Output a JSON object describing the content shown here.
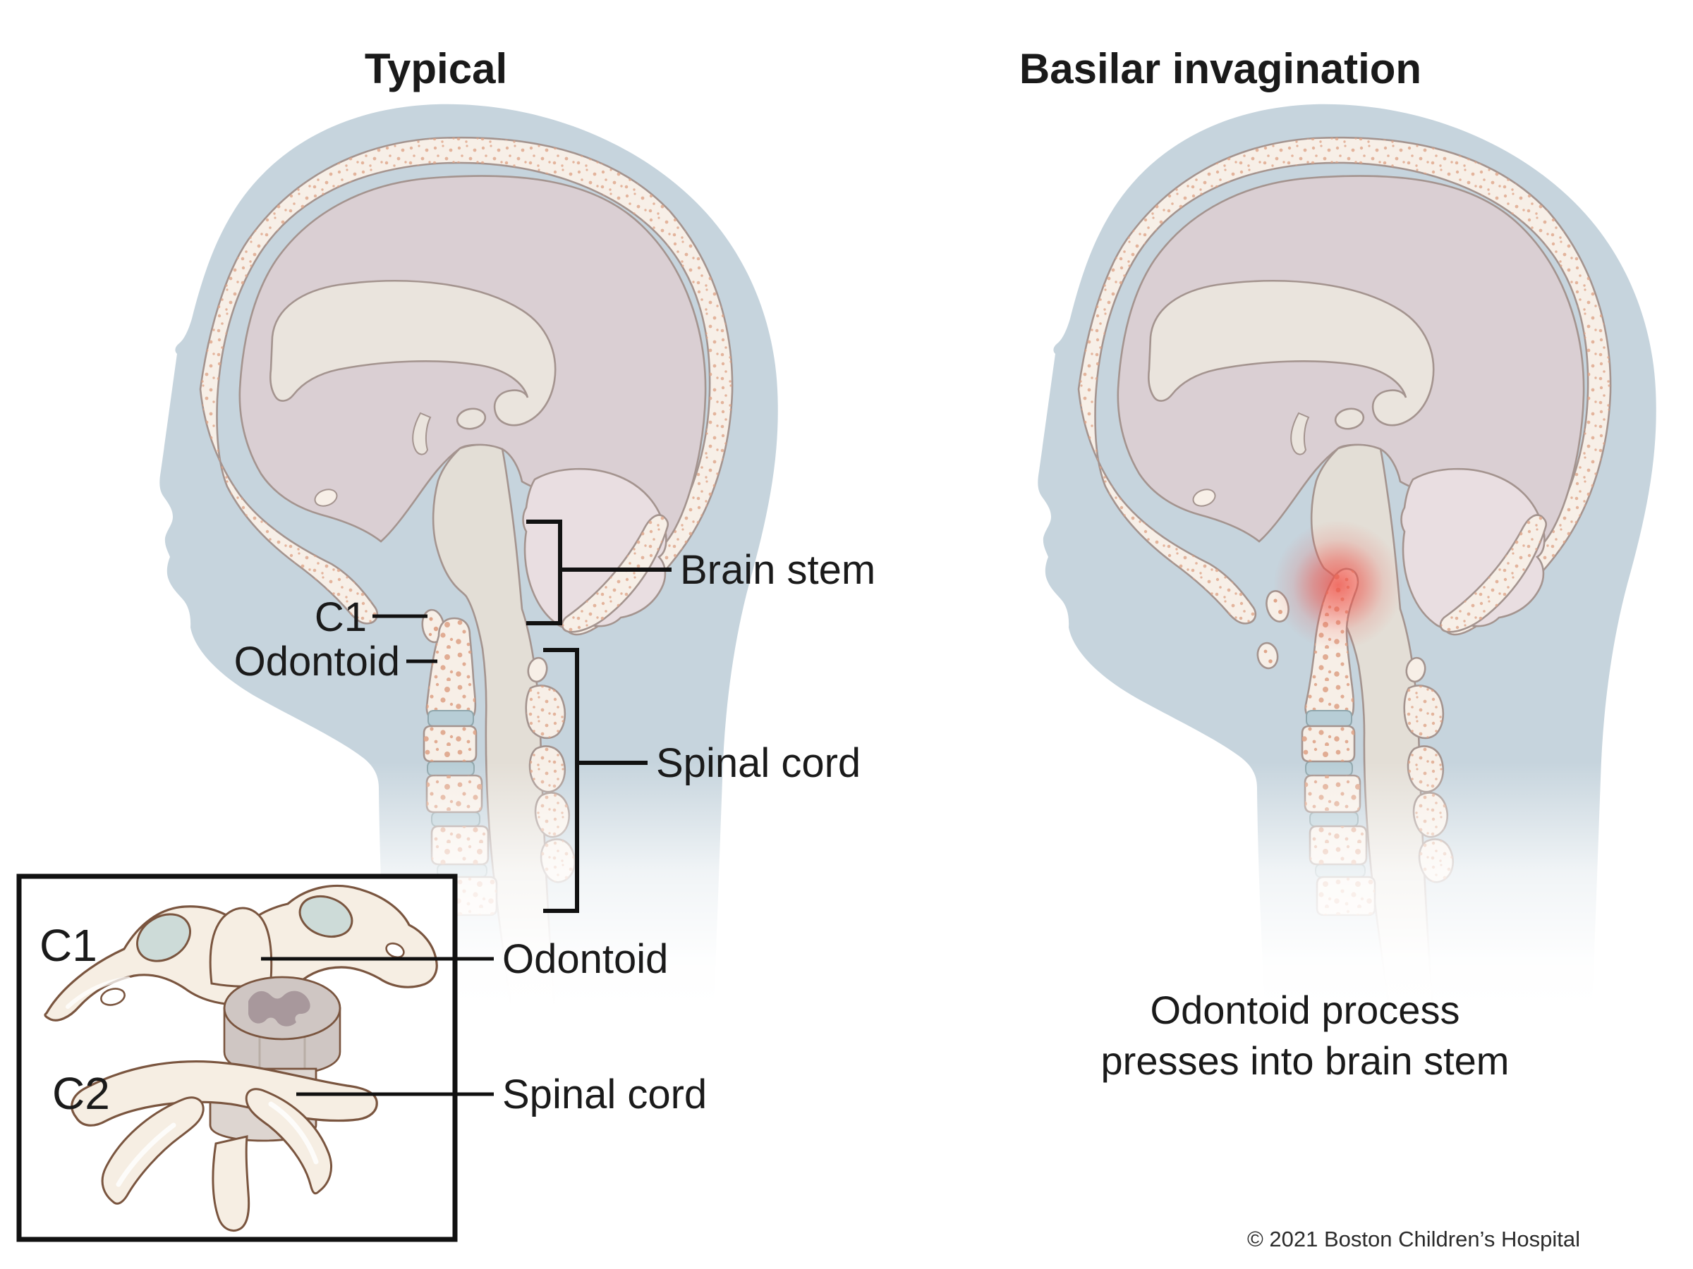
{
  "titles": {
    "left": "Typical",
    "right": "Basilar invagination"
  },
  "left_figure": {
    "labels": {
      "c1": "C1",
      "odontoid": "Odontoid",
      "brain_stem": "Brain stem",
      "spinal_cord": "Spinal cord"
    }
  },
  "inset": {
    "labels": {
      "c1": "C1",
      "c2": "C2",
      "odontoid": "Odontoid",
      "spinal_cord": "Spinal cord"
    }
  },
  "right_figure": {
    "caption_line1": "Odontoid process",
    "caption_line2": "presses into brain stem"
  },
  "footer": {
    "copyright": "© 2021 Boston Children’s Hospital"
  },
  "colors": {
    "silhouette": "#c6d4dd",
    "bone": "#f7efe7",
    "bone_speckle": "#dfa58a",
    "brain": "#dacfd3",
    "corpus_callosum": "#eae4dd",
    "brainstem": "#e3ded6",
    "cerebellum": "#e9dee1",
    "disc": "#b7cdd6",
    "outline": "#a4948f",
    "inset_bone": "#f6eee3",
    "inset_outline": "#7a553f",
    "facet": "#cddbd8",
    "cord_gray": "#cfc6c3",
    "cord_butterfly": "#a8989c",
    "glow_red": "#ee5046",
    "label_line": "#111111"
  }
}
